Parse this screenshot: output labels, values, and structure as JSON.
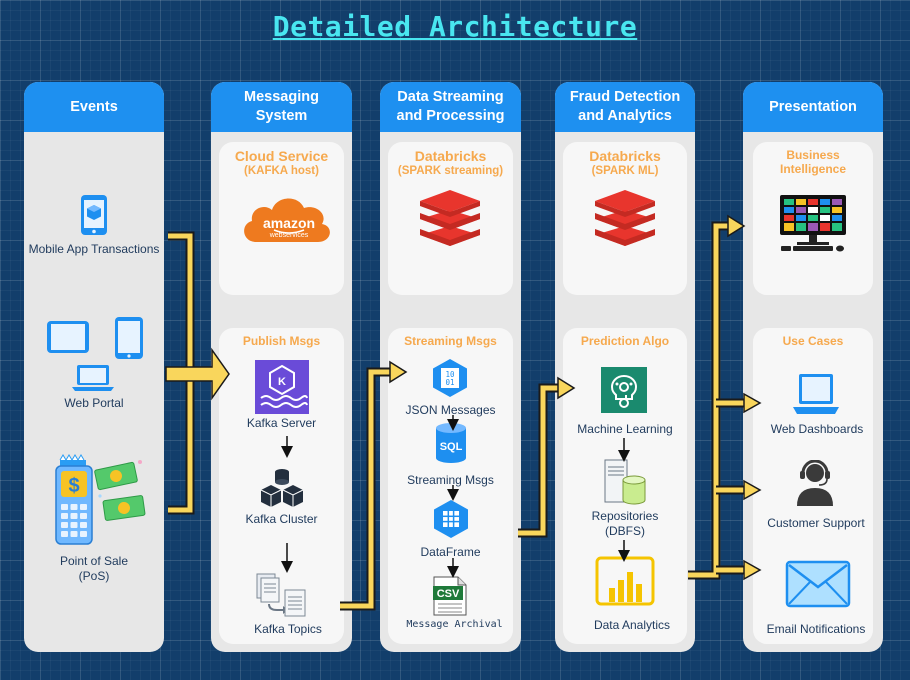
{
  "title": "Detailed Architecture",
  "columns": {
    "events": {
      "header": "Events",
      "items": {
        "mobile": "Mobile App Transactions",
        "web": "Web Portal",
        "pos": "Point of Sale\n(PoS)"
      }
    },
    "messaging": {
      "header": "Messaging\nSystem",
      "cloud_title": "Cloud Service",
      "cloud_sub": "(KAFKA host)",
      "publish_title": "Publish Msgs",
      "items": {
        "server": "Kafka Server",
        "cluster": "Kafka Cluster",
        "topics": "Kafka Topics"
      }
    },
    "streaming": {
      "header": "Data Streaming\nand Processing",
      "db_title": "Databricks",
      "db_sub": "(SPARK streaming)",
      "panel_title": "Streaming Msgs",
      "items": {
        "json": "JSON Messages",
        "msgs": "Streaming Msgs",
        "df": "DataFrame",
        "archival": "Message Archival"
      }
    },
    "fraud": {
      "header": "Fraud Detection\nand Analytics",
      "db_title": "Databricks",
      "db_sub": "(SPARK ML)",
      "panel_title": "Prediction Algo",
      "items": {
        "ml": "Machine Learning",
        "repo": "Repositories\n(DBFS)",
        "analytics": "Data Analytics"
      }
    },
    "presentation": {
      "header": "Presentation",
      "bi_title": "Business\nIntelligence",
      "panel_title": "Use Cases",
      "items": {
        "dash": "Web Dashboards",
        "support": "Customer Support",
        "email": "Email Notifications"
      }
    }
  },
  "icon_text": {
    "aws_amazon": "amazon",
    "aws_web": "webservices",
    "sql": "SQL",
    "csv": "CSV",
    "binary": "10\n01",
    "dollar": "$",
    "kafka_k": "K"
  },
  "colors": {
    "header": "#1e90f0",
    "panel_title": "#f6a94e",
    "arrow": "#f9d65c",
    "databricks": "#e8352d"
  }
}
